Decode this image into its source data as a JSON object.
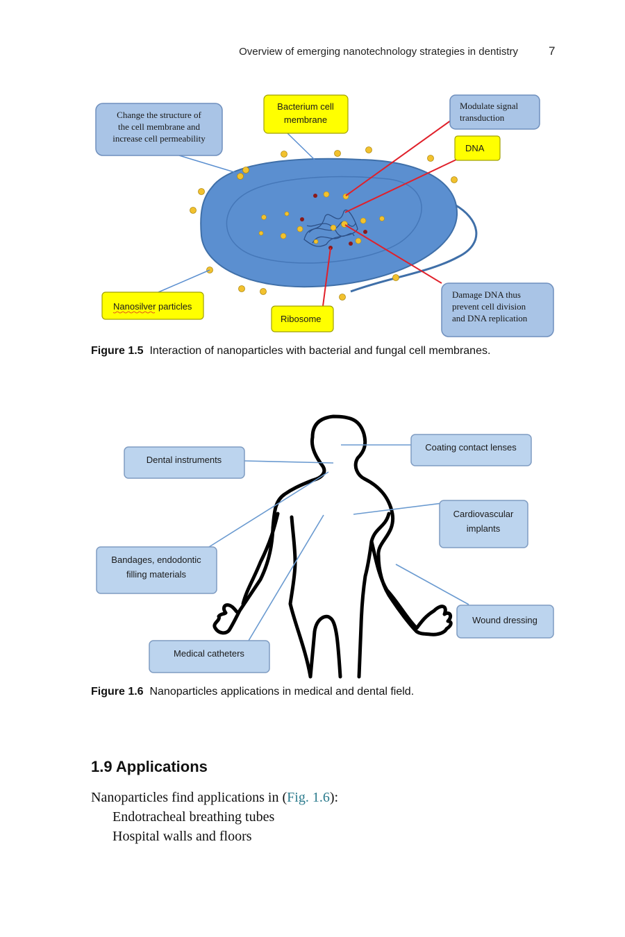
{
  "header": {
    "running_title": "Overview of emerging nanotechnology strategies in dentistry",
    "page_number": "7"
  },
  "figure_1_5": {
    "label": "Figure 1.5",
    "caption": "Interaction of nanoparticles with bacterial and fungal cell membranes.",
    "labels": {
      "change_structure": [
        "Change the structure of",
        "the cell membrane and",
        "increase cell permeability"
      ],
      "bacterium_membrane": [
        "Bacterium cell",
        "membrane"
      ],
      "modulate_signal": [
        "Modulate signal",
        "transduction"
      ],
      "dna": "DNA",
      "nanosilver": "Nanosilver particles",
      "ribosome": "Ribosome",
      "damage_dna": [
        "Damage DNA thus",
        "prevent cell division",
        "and DNA replication"
      ]
    },
    "colors": {
      "cell_fill": "#5b8fd0",
      "cell_outline": "#3f6fa8",
      "particle": "#f2c12e",
      "ribosome_dot": "#8b1a1a",
      "yellow_box": "#ffff00",
      "blue_box": "#a9c4e6",
      "red_line": "#e0202a"
    }
  },
  "figure_1_6": {
    "label": "Figure 1.6",
    "caption": "Nanoparticles applications in medical and dental field.",
    "labels": {
      "dental_instruments": "Dental instruments",
      "coating_lenses": "Coating contact lenses",
      "cardiovascular": [
        "Cardiovascular",
        "implants"
      ],
      "bandages": [
        "Bandages, endodontic",
        "filling materials"
      ],
      "wound_dressing": "Wound dressing",
      "medical_catheters": "Medical catheters"
    },
    "colors": {
      "box_fill": "#bcd4ee",
      "box_border": "#7f9cc2",
      "line": "#6a9ad0"
    }
  },
  "section": {
    "number_title": "1.9  Applications",
    "intro_before": "Nanoparticles find applications in (",
    "intro_link": "Fig. 1.6",
    "intro_after": "):",
    "items": [
      "Endotracheal breathing tubes",
      "Hospital walls and floors"
    ]
  }
}
